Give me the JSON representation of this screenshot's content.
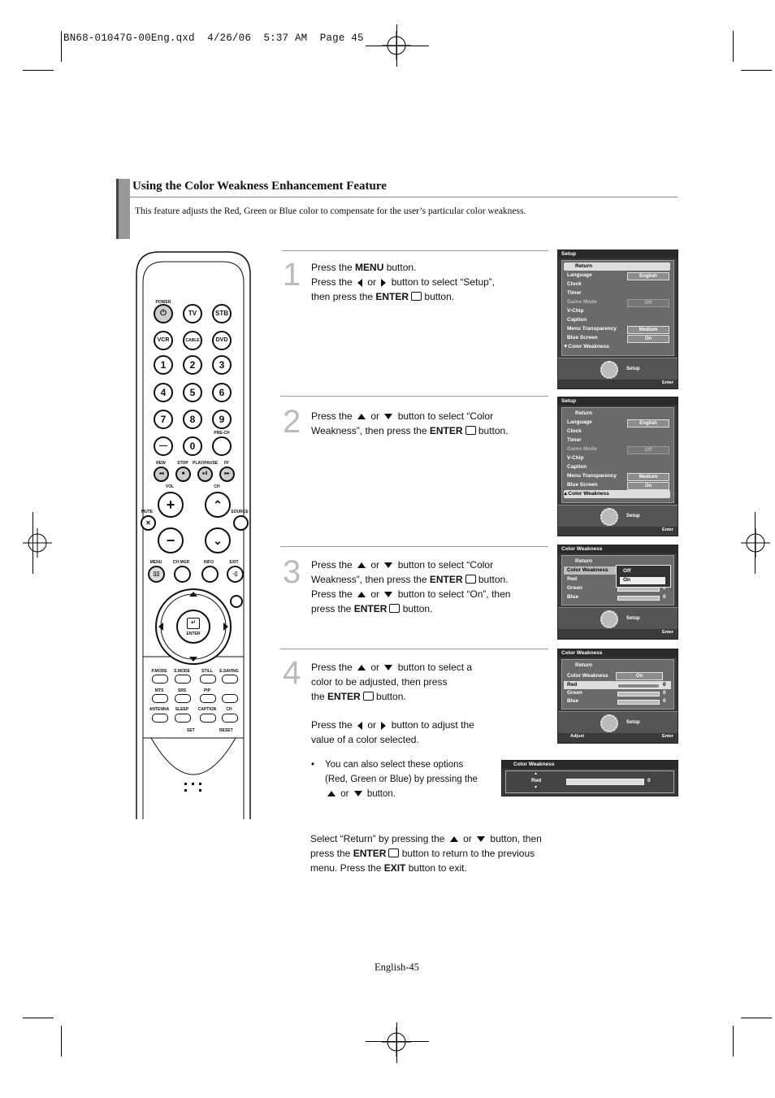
{
  "print_header": "BN68-01047G-00Eng.qxd  4/26/06  5:37 AM  Page 45",
  "section": {
    "title": "Using the Color Weakness Enhancement Feature",
    "intro": "This feature adjusts the Red, Green or Blue color to compensate for the user’s particular color weakness."
  },
  "steps": [
    {
      "num": "1",
      "l1a": "Press the ",
      "l1b": "MENU",
      "l1c": " button.",
      "l2a": "Press the ",
      "l2b": " or ",
      "l2c": " button to select “Setup”,",
      "l3a": "then press the ",
      "l3b": "ENTER",
      "l3c": " button."
    },
    {
      "num": "2",
      "l1a": "Press the ",
      "l1b": " or ",
      "l1c": " button to select “Color",
      "l2a": "Weakness”, then press the ",
      "l2b": "ENTER",
      "l2c": " button."
    },
    {
      "num": "3",
      "l1a": "Press the ",
      "l1b": " or ",
      "l1c": " button to select “Color",
      "l2a": "Weakness”, then press the ",
      "l2b": "ENTER",
      "l2c": " button.",
      "l3a": "Press the ",
      "l3b": " or ",
      "l3c": " button to select “On”, then",
      "l4a": "press the ",
      "l4b": "ENTER",
      "l4c": " button."
    },
    {
      "num": "4",
      "l1a": "Press the ",
      "l1b": " or ",
      "l1c": " button to select a",
      "l2": "color to be adjusted, then press",
      "l3a": "the ",
      "l3b": "ENTER",
      "l3c": " button.",
      "l4a": "Press the ",
      "l4b": " or ",
      "l4c": " button to adjust the",
      "l5": "value of a color selected.",
      "bullet": "•",
      "b1": "You can also select these options",
      "b2": "(Red, Green or Blue) by pressing the",
      "b3a": " or ",
      "b3b": " button."
    }
  ],
  "closing": {
    "l1a": "Select “Return” by pressing the ",
    "l1b": " or ",
    "l1c": " button, then",
    "l2a": "press the ",
    "l2b": "ENTER",
    "l2c": " button to return to the previous",
    "l3a": "menu. Press the ",
    "l3b": "EXIT",
    "l3c": " button to exit."
  },
  "page_footer": "English-45",
  "osd1": {
    "header": "Setup",
    "items": [
      "Return",
      "Language",
      "Clock",
      "Timer",
      "Game Mode",
      "V-Chip",
      "Caption",
      "Menu Transparency",
      "Blue Screen",
      "▼Color Weakness"
    ],
    "values": {
      "language": "English",
      "game_mode": "Off",
      "menu_transparency": "Medium",
      "blue_screen": "On"
    },
    "footer_title": "Setup",
    "footer_hint": "Enter"
  },
  "osd2": {
    "header": "Setup",
    "items": [
      "Return",
      "Language",
      "Clock",
      "Timer",
      "Game Mode",
      "V-Chip",
      "Caption",
      "Menu Transparency",
      "Blue Screen",
      "▲Color Weakness"
    ],
    "values": {
      "language": "English",
      "game_mode": "Off",
      "menu_transparency": "Medium",
      "blue_screen": "On"
    },
    "footer_title": "Setup",
    "footer_hint": "Enter"
  },
  "osd3": {
    "header": "Color Weakness",
    "items": [
      "Return",
      "Color Weakness",
      "Red",
      "Green",
      "Blue"
    ],
    "popup": [
      "Off",
      "On"
    ],
    "values": [
      "0",
      "0"
    ],
    "footer_title": "Setup",
    "footer_hint": "Enter"
  },
  "osd4": {
    "header": "Color Weakness",
    "items": [
      "Return",
      "Color Weakness",
      "Red",
      "Green",
      "Blue"
    ],
    "cw_value": "On",
    "values": [
      "0",
      "0",
      "0"
    ],
    "footer_title": "Setup",
    "footer_adjust": "Adjust",
    "footer_hint": "Enter"
  },
  "osd5": {
    "header": "Color Weakness",
    "label": "Red",
    "value": "0"
  },
  "remote": {
    "top_labels": {
      "power": "POWER",
      "prech": "PRE-CH"
    },
    "row1": [
      "TV",
      "STB"
    ],
    "row2": [
      "VCR",
      "CABLE",
      "DVD"
    ],
    "digits": [
      "1",
      "2",
      "3",
      "4",
      "5",
      "6",
      "7",
      "8",
      "9"
    ],
    "dash": "—",
    "zero": "0",
    "transport": [
      "REW",
      "STOP",
      "PLAY/PAUSE",
      "FF"
    ],
    "vol": "VOL",
    "ch": "CH",
    "mute": "MUTE",
    "source": "SOURCE",
    "menu_row": [
      "MENU",
      "CH MGR",
      "INFO",
      "EXIT"
    ],
    "enter": "ENTER",
    "lower_row1": [
      "P.MODE",
      "S.MODE",
      "STILL",
      "E.SAVING"
    ],
    "lower_row2": [
      "MTS",
      "SRS",
      "PIP",
      "CH"
    ],
    "lower_row3": [
      "ANTENNA",
      "SLEEP",
      "CAPTION"
    ],
    "set": "SET",
    "reset": "RESET"
  }
}
